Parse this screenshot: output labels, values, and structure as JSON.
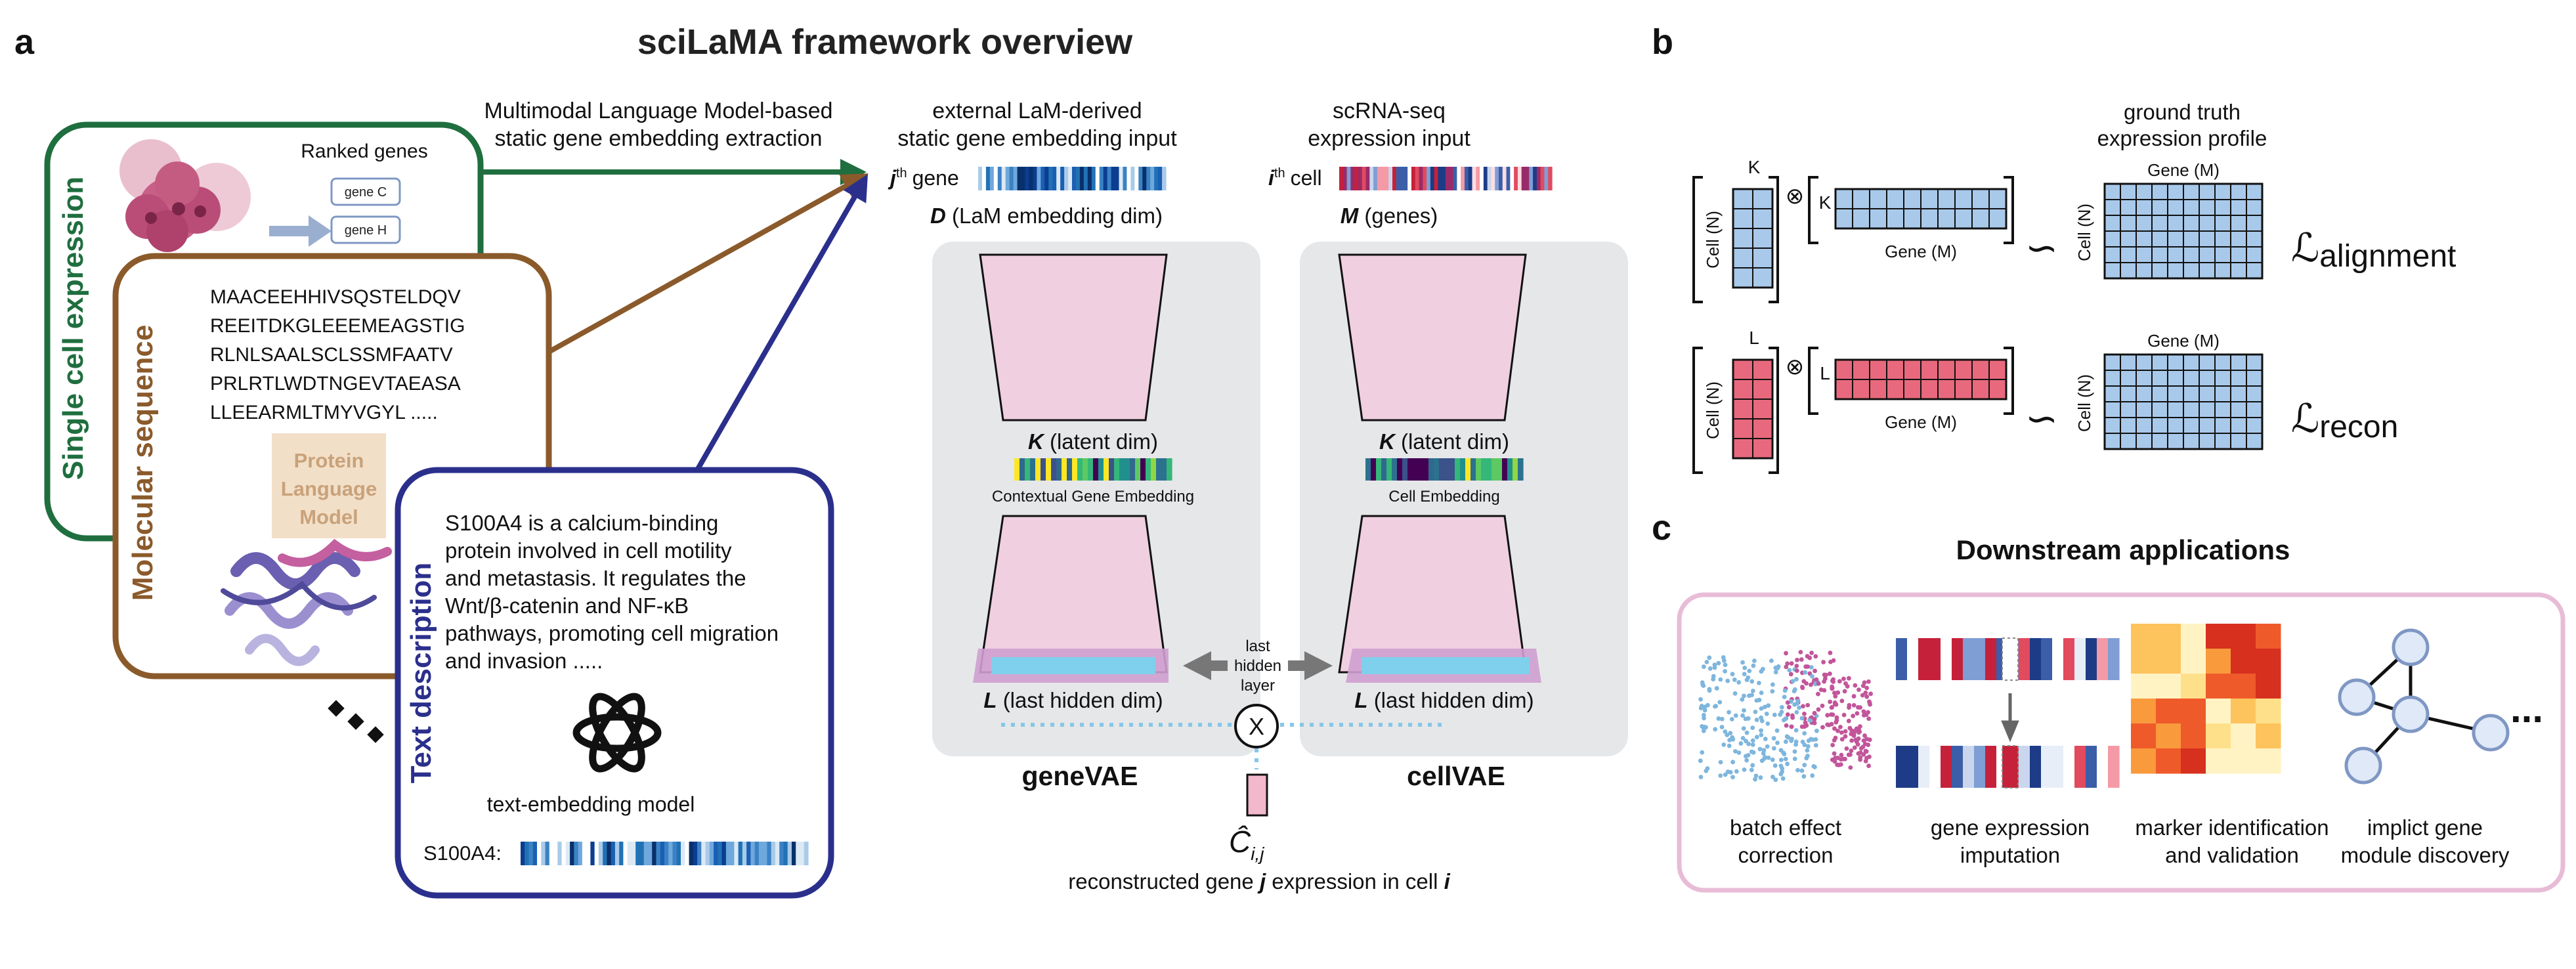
{
  "panel_labels": {
    "a": "a",
    "b": "b",
    "c": "c"
  },
  "title": "sciLaMA framework overview",
  "inputs": {
    "single_cell": {
      "label": "Single cell expression",
      "ranked_genes": "Ranked genes",
      "gene_c": "gene C",
      "gene_h": "gene H",
      "color": "#1f6e3f"
    },
    "molecular": {
      "label": "Molecular sequence",
      "seq_lines": [
        "MAACEEHHIVSQSTELDQV",
        "REEITDKGLEEEMEAGSTIG",
        "RLNLSAALSCLSSMFAATV",
        "PRLRTLWDTNGEVTAEASA",
        "LLEEARMLTMYVGYL ....."
      ],
      "plm_lines": [
        "Protein",
        "Language",
        "Model"
      ],
      "color": "#8b5a2b"
    },
    "text": {
      "label": "Text description",
      "desc_lines": [
        "S100A4 is a calcium-binding",
        "protein involved in cell motility",
        "and metastasis. It regulates the",
        "Wnt/β-catenin and NF-κB",
        "pathways, promoting cell migration",
        "and invasion ....."
      ],
      "model_label": "text-embedding model",
      "gene_prefix": "S100A4:",
      "color": "#2b2f8c"
    }
  },
  "extraction_lines": [
    "Multimodal Language Model-based",
    "static gene embedding extraction"
  ],
  "gene_input": {
    "header": [
      "external LaM-derived",
      "static gene embedding input"
    ],
    "row_sup": "th",
    "row_var": "j",
    "row_word": "gene",
    "dim_var": "D",
    "dim_text": "(LaM embedding dim)"
  },
  "cell_input": {
    "header": [
      "scRNA-seq",
      "expression input"
    ],
    "row_sup": "th",
    "row_var": "i",
    "row_word": "cell",
    "dim_var": "M",
    "dim_text": "(genes)"
  },
  "latent": {
    "var": "K",
    "text": "(latent dim)"
  },
  "hidden": {
    "var": "L",
    "text": "(last hidden dim)"
  },
  "gene_embedding_label": "Contextual Gene Embedding",
  "cell_embedding_label": "Cell Embedding",
  "gene_vae": "geneVAE",
  "cell_vae": "cellVAE",
  "last_hidden_lines": [
    "last",
    "hidden",
    "layer"
  ],
  "product_symbol": "X",
  "chat_label": "Ĉ",
  "chat_sub": "i,j",
  "recon_caption": {
    "prefix": "reconstructed gene",
    "j": "j",
    "mid": "expression in cell",
    "i": "i"
  },
  "panel_b": {
    "ground_truth_lines": [
      "ground truth",
      "expression profile"
    ],
    "cell_n": "Cell (N)",
    "gene_m": "Gene (M)",
    "k": "K",
    "l": "L",
    "otimes": "⊗",
    "tilde": "∽",
    "loss_symbol": "ℒ",
    "loss_alignment": "alignment",
    "loss_recon": "recon",
    "blue_color": "#a9c9ea",
    "red_color": "#e8697d"
  },
  "panel_c": {
    "title": "Downstream applications",
    "apps": [
      {
        "line1": "batch effect",
        "line2": "correction"
      },
      {
        "line1": "gene expression",
        "line2": "imputation"
      },
      {
        "line1": "marker identification",
        "line2": "and validation"
      },
      {
        "line1": "implict gene",
        "line2": "module discovery"
      }
    ],
    "more": "..."
  }
}
